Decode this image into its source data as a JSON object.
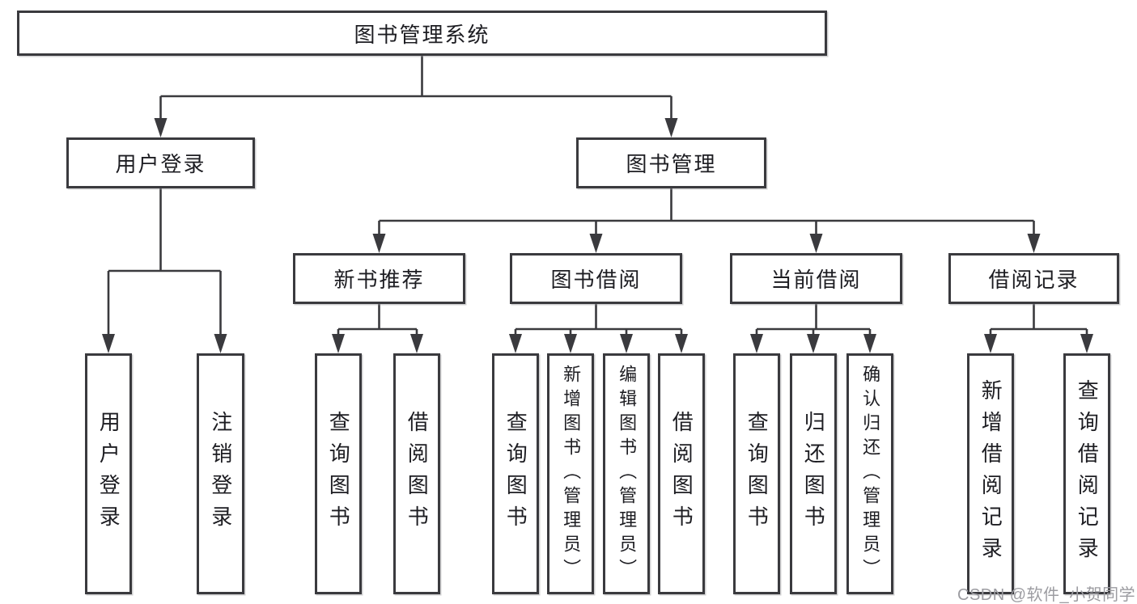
{
  "diagram": {
    "root_label": "图书管理系统",
    "level1": {
      "user_login": "用户登录",
      "book_management": "图书管理"
    },
    "level2": {
      "new_book_recommendation": "新书推荐",
      "book_borrowing": "图书借阅",
      "current_borrowing": "当前借阅",
      "borrowing_records": "借阅记录"
    },
    "leaves": {
      "user_login": [
        "用户登录",
        "注销登录"
      ],
      "new_book_recommendation": [
        "查询图书",
        "借阅图书"
      ],
      "book_borrowing": [
        "查询图书",
        "新增图书（管理员）",
        "编辑图书（管理员）",
        "借阅图书"
      ],
      "current_borrowing": [
        "查询图书",
        "归还图书",
        "确认归还（管理员）"
      ],
      "borrowing_records": [
        "新增借阅记录",
        "查询借阅记录"
      ]
    }
  },
  "watermark": "CSDN @软件_小贺同学",
  "colors": {
    "line": "#3a3a3e",
    "text": "#1d1d22",
    "watermark": "#9c9ca1",
    "background": "#ffffff"
  }
}
